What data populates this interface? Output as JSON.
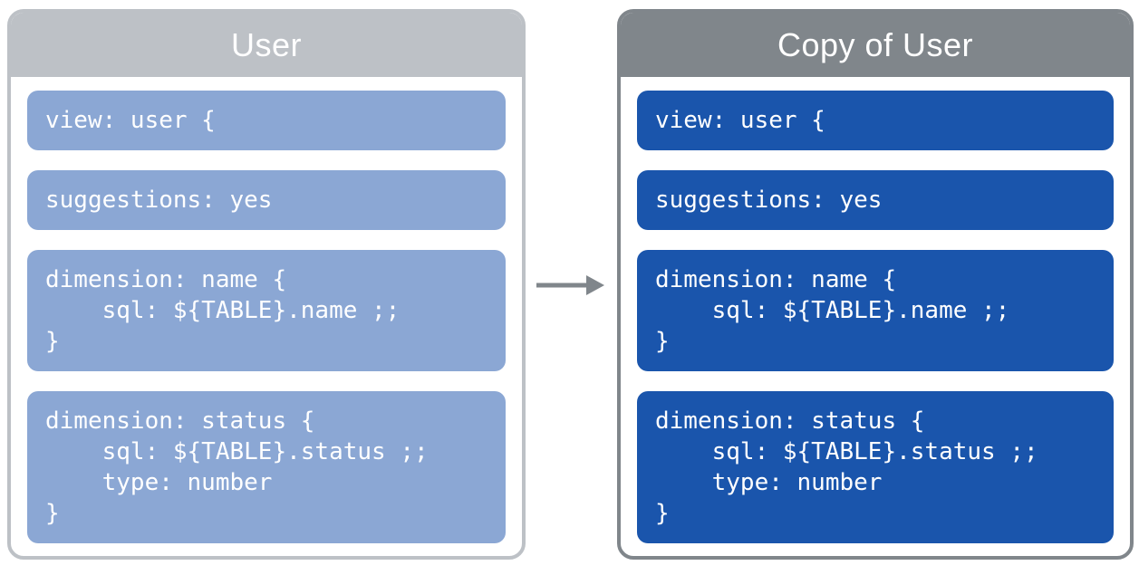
{
  "panels": [
    {
      "title": "User",
      "header_color": "#BDC1C6",
      "border_color": "#BDC1C6",
      "block_color": "#8BA7D4",
      "text_color": "#FFFFFF",
      "blocks": [
        "view: user {",
        "suggestions: yes",
        "dimension: name {\n    sql: ${TABLE}.name ;;\n}",
        "dimension: status {\n    sql: ${TABLE}.status ;;\n    type: number\n}"
      ]
    },
    {
      "title": "Copy of User",
      "header_color": "#80868B",
      "border_color": "#80868B",
      "block_color": "#1A55AC",
      "text_color": "#FFFFFF",
      "blocks": [
        "view: user {",
        "suggestions: yes",
        "dimension: name {\n    sql: ${TABLE}.name ;;\n}",
        "dimension: status {\n    sql: ${TABLE}.status ;;\n    type: number\n}"
      ]
    }
  ],
  "arrow": {
    "direction": "right",
    "color": "#80868B"
  }
}
